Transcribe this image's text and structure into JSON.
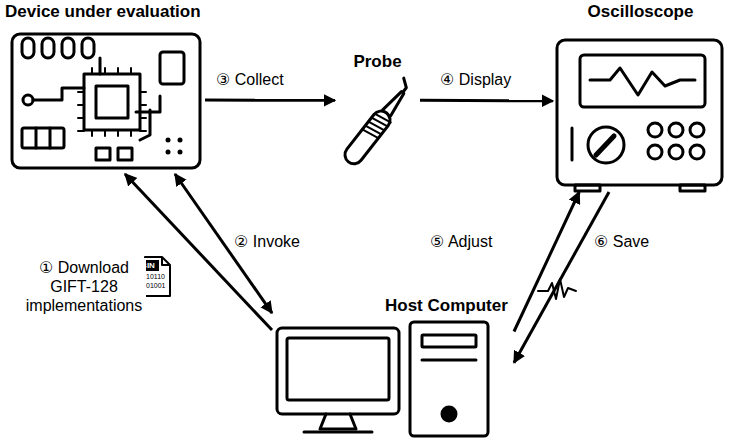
{
  "diagram": {
    "nodes": [
      {
        "text": [
          "Device under evaluation"
        ]
      },
      {
        "text": [
          "Probe"
        ]
      },
      {
        "text": [
          "Oscilloscope"
        ]
      },
      {
        "text": [
          "Host Computer"
        ]
      }
    ],
    "edges": [
      {
        "from": 3,
        "to": 0,
        "arrow": "to",
        "label": "① Download GIFT-128 implementations"
      },
      {
        "from": 0,
        "to": 3,
        "arrow": "both",
        "label": "② Invoke"
      },
      {
        "from": 0,
        "to": 1,
        "arrow": "to",
        "label": "③ Collect"
      },
      {
        "from": 1,
        "to": 2,
        "arrow": "to",
        "label": "④ Display"
      },
      {
        "from": 3,
        "to": 2,
        "arrow": "to",
        "label": "⑤ Adjust"
      },
      {
        "from": 2,
        "to": 3,
        "arrow": "to",
        "label": "⑥ Save"
      }
    ],
    "labels": [
      "BIN",
      "10110",
      "01001"
    ]
  }
}
